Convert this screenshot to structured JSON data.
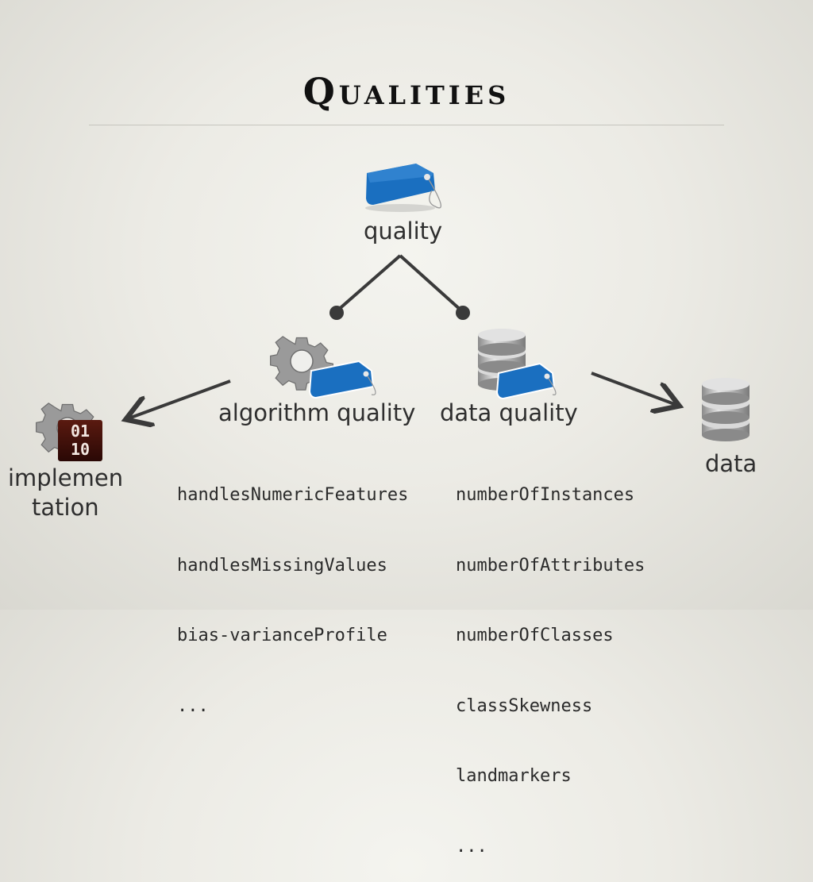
{
  "title": "Qualities",
  "nodes": {
    "quality": "quality",
    "algorithm_quality": "algorithm quality",
    "data_quality": "data quality",
    "implementation_line1": "implemen",
    "implementation_line2": "tation",
    "data": "data"
  },
  "implementation_icon_digits": {
    "row1": "01",
    "row2": "10"
  },
  "algorithm_quality_items": [
    "handlesNumericFeatures",
    "handlesMissingValues",
    "bias-varianceProfile",
    "..."
  ],
  "data_quality_items": [
    "numberOfInstances",
    "numberOfAttributes",
    "numberOfClasses",
    "classSkewness",
    "landmarkers",
    "..."
  ],
  "colors": {
    "tag_blue": "#1a6fc0",
    "line": "#3a3a3a",
    "background": "#ecebe5"
  },
  "icons": [
    "tag-icon",
    "gear-icon",
    "database-icon",
    "binary-gear-icon"
  ]
}
